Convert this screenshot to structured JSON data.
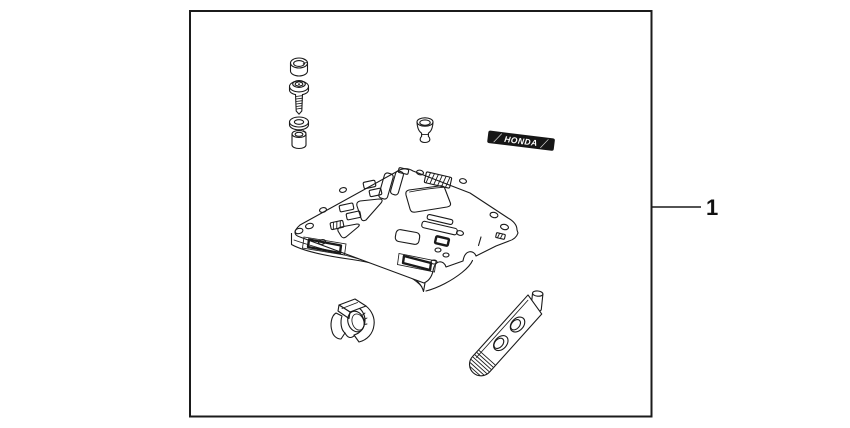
{
  "colors": {
    "background": "#ffffff",
    "line": "#1a1a1a",
    "emblem_fill": "#161616",
    "emblem_text_color": "#ffffff"
  },
  "callout": {
    "label": "1"
  },
  "emblem": {
    "text": "HONDA"
  },
  "parts": [
    "cap",
    "flange-socket-bolt",
    "washer",
    "collar",
    "rubber-cushion",
    "honda-emblem",
    "carrier-base-plate",
    "rubber-clamp",
    "mounting-strap"
  ]
}
